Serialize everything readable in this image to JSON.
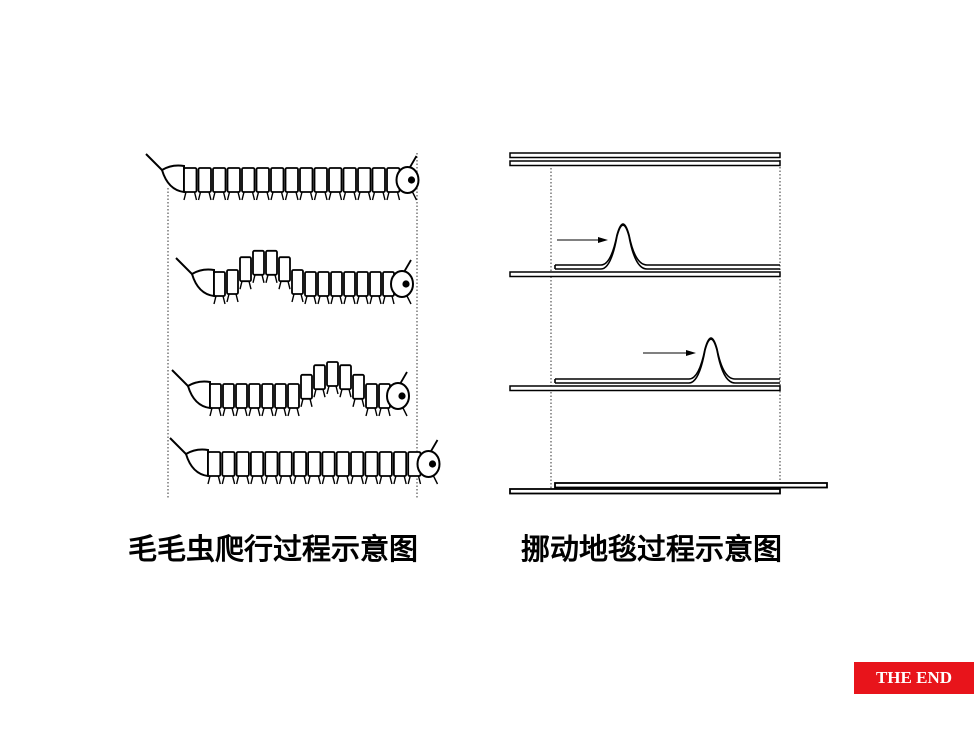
{
  "captions": {
    "caterpillar": "毛毛虫爬行过程示意图",
    "carpet": "挪动地毯过程示意图"
  },
  "badge": {
    "label": "THE END",
    "color": "#e8141b"
  },
  "diagrams": {
    "caterpillar": {
      "stage_count": 4
    },
    "carpet": {
      "layer_count": 4
    }
  }
}
